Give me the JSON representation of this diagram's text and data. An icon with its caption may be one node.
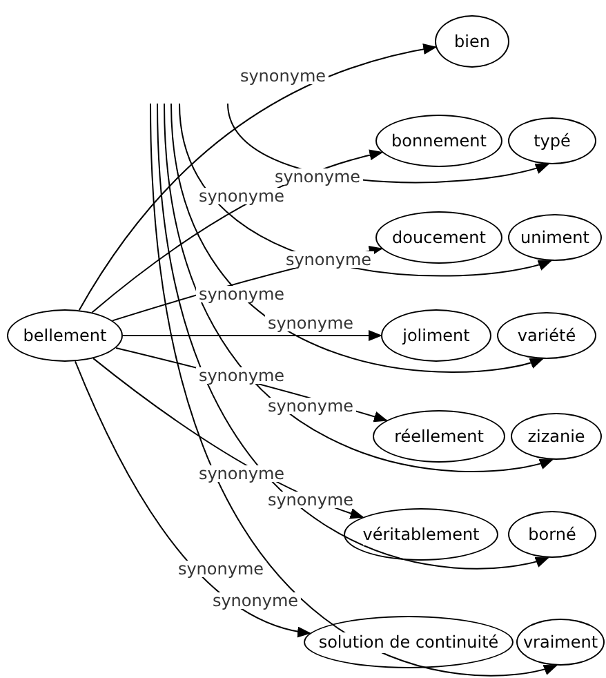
{
  "diagram": {
    "nodes": [
      {
        "text": [
          "bellement"
        ]
      },
      {
        "text": [
          "bien"
        ]
      },
      {
        "text": [
          "bonnement"
        ]
      },
      {
        "text": [
          "typé"
        ]
      },
      {
        "text": [
          "doucement"
        ]
      },
      {
        "text": [
          "uniment"
        ]
      },
      {
        "text": [
          "joliment"
        ]
      },
      {
        "text": [
          "variété"
        ]
      },
      {
        "text": [
          "réellement"
        ]
      },
      {
        "text": [
          "zizanie"
        ]
      },
      {
        "text": [
          "véritablement"
        ]
      },
      {
        "text": [
          "borné"
        ]
      },
      {
        "text": [
          "solution de continuité"
        ]
      },
      {
        "text": [
          "vraiment"
        ]
      }
    ],
    "edges": [
      {
        "from": 0,
        "to": 1,
        "arrow": "to",
        "label": "synonyme"
      },
      {
        "from": 0,
        "to": 2,
        "arrow": "to",
        "label": "synonyme"
      },
      {
        "from": 0,
        "to": 4,
        "arrow": "to",
        "label": "synonyme"
      },
      {
        "from": 0,
        "to": 6,
        "arrow": "to",
        "label": "synonyme"
      },
      {
        "from": 0,
        "to": 8,
        "arrow": "to",
        "label": "synonyme"
      },
      {
        "from": 0,
        "to": 10,
        "arrow": "to",
        "label": "synonyme"
      },
      {
        "from": 0,
        "to": 12,
        "arrow": "to",
        "label": "synonyme"
      },
      {
        "from": null,
        "to": 3,
        "arrow": "to"
      },
      {
        "from": null,
        "to": 5,
        "arrow": "to",
        "label": "synonyme"
      },
      {
        "from": null,
        "to": 7,
        "arrow": "to",
        "label": "synonyme"
      },
      {
        "from": null,
        "to": 9,
        "arrow": "to",
        "label": "synonyme"
      },
      {
        "from": null,
        "to": 11,
        "arrow": "to",
        "label": "synonyme"
      },
      {
        "from": null,
        "to": 13,
        "arrow": "to",
        "label": "synonyme"
      }
    ]
  }
}
